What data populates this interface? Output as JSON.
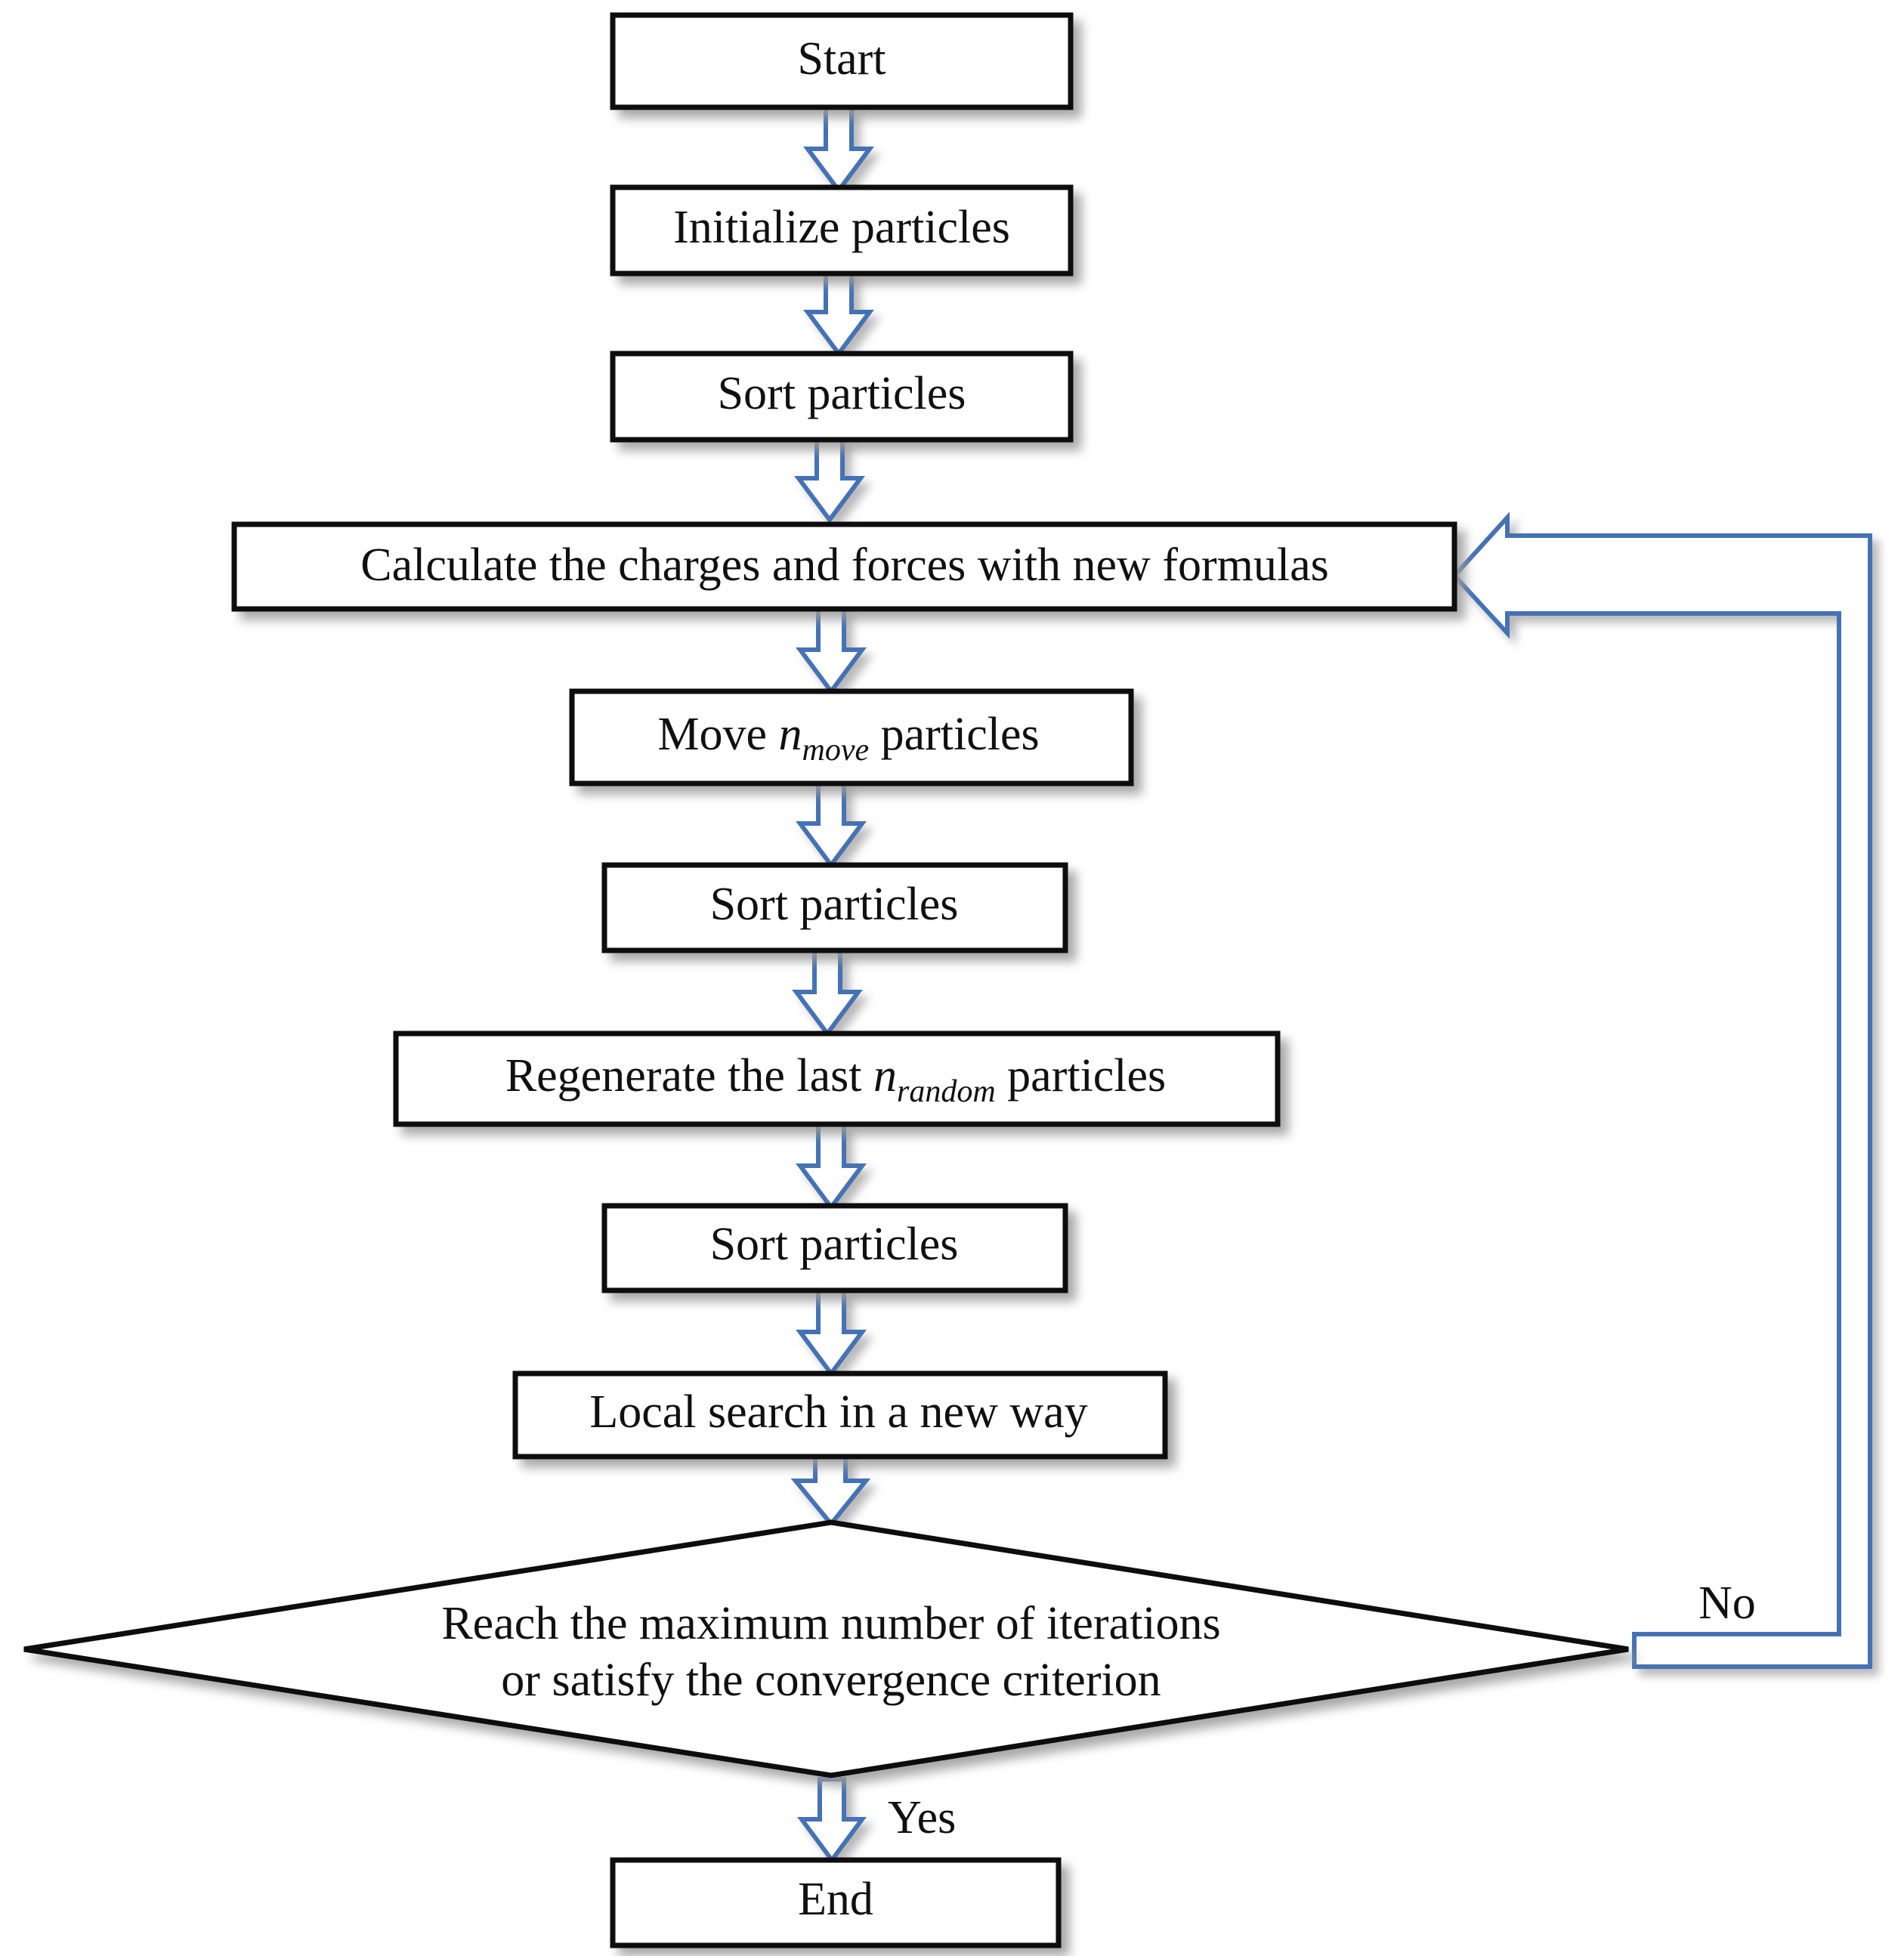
{
  "diagram": {
    "title": "Algorithm flowchart",
    "type": "flowchart",
    "colors": {
      "node_border": "#111111",
      "node_fill": "#ffffff",
      "arrow_stroke": "#4472B4",
      "arrow_fill": "#ffffff",
      "text": "#101010",
      "background": "#ffffff",
      "shadow": "#9a9a9a"
    },
    "nodes": [
      {
        "id": "start",
        "shape": "process",
        "label": "Start"
      },
      {
        "id": "init",
        "shape": "process",
        "label": "Initialize particles"
      },
      {
        "id": "sort1",
        "shape": "process",
        "label": "Sort particles"
      },
      {
        "id": "calc",
        "shape": "process",
        "label": "Calculate the charges and  forces with new formulas"
      },
      {
        "id": "move",
        "shape": "process",
        "label_pre": "Move ",
        "label_var": "n",
        "label_sub": "move",
        "label_post": " particles"
      },
      {
        "id": "sort2",
        "shape": "process",
        "label": "Sort particles"
      },
      {
        "id": "regen",
        "shape": "process",
        "label_pre": "Regenerate the last ",
        "label_var": "n",
        "label_sub": "random",
        "label_post": " particles"
      },
      {
        "id": "sort3",
        "shape": "process",
        "label": "Sort particles"
      },
      {
        "id": "local",
        "shape": "process",
        "label": "Local search in a new way"
      },
      {
        "id": "decision",
        "shape": "decision",
        "label_line1": "Reach the maximum number of iterations",
        "label_line2": "or satisfy the convergence criterion"
      },
      {
        "id": "end",
        "shape": "process",
        "label": "End"
      }
    ],
    "edges": [
      {
        "from": "start",
        "to": "init",
        "label": ""
      },
      {
        "from": "init",
        "to": "sort1",
        "label": ""
      },
      {
        "from": "sort1",
        "to": "calc",
        "label": ""
      },
      {
        "from": "calc",
        "to": "move",
        "label": ""
      },
      {
        "from": "move",
        "to": "sort2",
        "label": ""
      },
      {
        "from": "sort2",
        "to": "regen",
        "label": ""
      },
      {
        "from": "regen",
        "to": "sort3",
        "label": ""
      },
      {
        "from": "sort3",
        "to": "local",
        "label": ""
      },
      {
        "from": "local",
        "to": "decision",
        "label": ""
      },
      {
        "from": "decision",
        "to": "end",
        "label": "Yes"
      },
      {
        "from": "decision",
        "to": "calc",
        "label": "No"
      }
    ],
    "edge_labels": {
      "yes": "Yes",
      "no": "No"
    }
  }
}
